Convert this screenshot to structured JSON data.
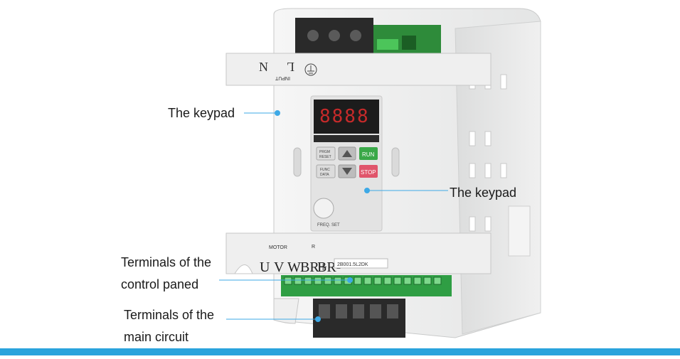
{
  "callouts": {
    "keypad_left": "The keypad",
    "keypad_right": "The keypad",
    "control_line1": "Terminals of the",
    "control_line2": "control paned",
    "main_line1": "Terminals of the",
    "main_line2": "main circuit"
  },
  "device": {
    "input_cover": {
      "n": "N",
      "l": "L",
      "input": "INPUT"
    },
    "display": "8888",
    "keys": {
      "prgm": "PRGM",
      "reset": "RESET",
      "func": "FUNC",
      "data": "DATA",
      "run": "RUN",
      "stop": "STOP"
    },
    "freq_set": "FREQ. SET",
    "motor_cover": {
      "motor": "MOTOR",
      "r": "R",
      "terminals": [
        "U",
        "V",
        "W",
        "BR+",
        "BR-"
      ]
    },
    "model": "2B001.5L2DK"
  },
  "colors": {
    "bar": "#2aa3dc",
    "leader": "#3ea9e6",
    "run": "#3aa848",
    "stop": "#e0556b",
    "terminal_green": "#2f9e44",
    "housing": "#e9eaea"
  }
}
